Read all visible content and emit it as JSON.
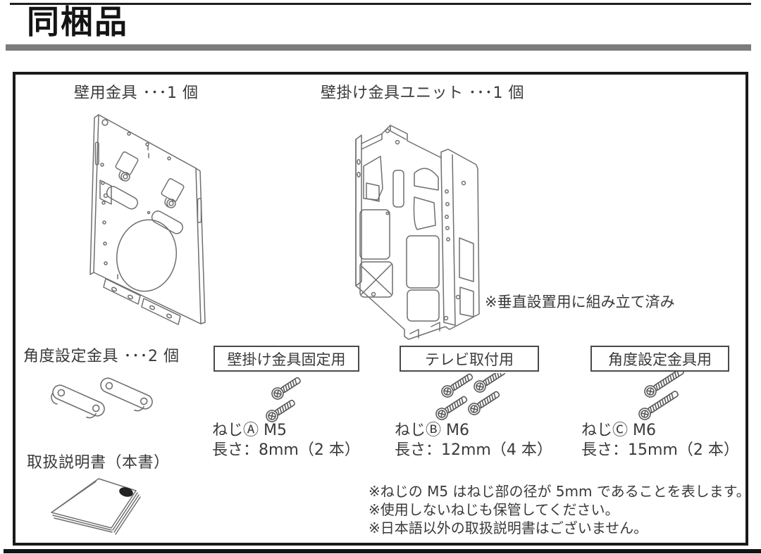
{
  "page": {
    "title": "同梱品"
  },
  "items": {
    "wall_plate_label": "壁用金具 ･･･1 個",
    "unit_label": "壁掛け金具ユニット ･･･1 個",
    "unit_note": "※垂直設置用に組み立て済み",
    "angle_label": "角度設定金具 ･･･2 個",
    "manual_label": "取扱説明書（本書）"
  },
  "screw_groups": [
    {
      "purpose": "壁掛け金具固定用",
      "name": "ねじⒶ M5",
      "length": "長さ：8mm（2 本）",
      "count": "2"
    },
    {
      "purpose": "テレビ取付用",
      "name": "ねじⒷ M6",
      "length": "長さ：12mm（4 本）",
      "count": "4"
    },
    {
      "purpose": "角度設定金具用",
      "name": "ねじⒸ M6",
      "length": "長さ：15mm（2 本）",
      "count": "2"
    }
  ],
  "notes": [
    "※ねじの M5 はねじ部の径が 5mm であることを表します。",
    "※使用しないねじも保管してください。",
    "※日本語以外の取扱説明書はございません。"
  ],
  "colors": {
    "ink": "#3a3a3a",
    "frame": "#1a1a1a",
    "line_art": "#6f6f6f",
    "rule_gray": "#7c7c7c"
  }
}
